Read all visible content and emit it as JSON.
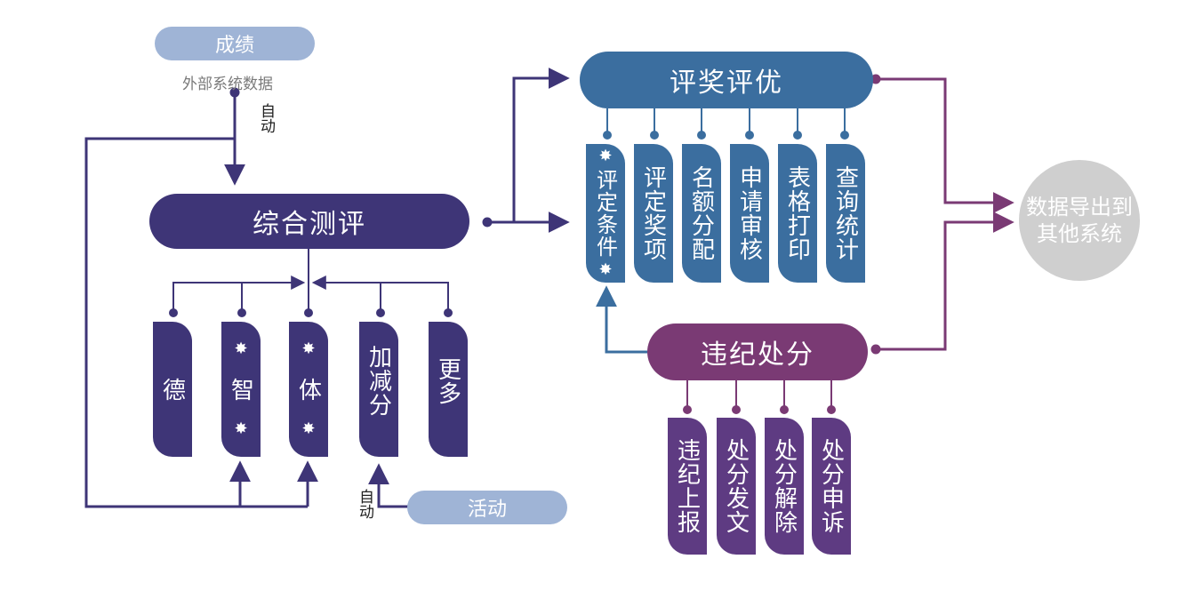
{
  "inputs": {
    "grades": {
      "label": "成绩",
      "sublabel": "外部系统数据",
      "auto": "自动"
    },
    "activity": {
      "label": "活动",
      "auto": "自动"
    }
  },
  "comprehensive": {
    "title": "综合测评",
    "columns": [
      {
        "label": "德",
        "starred": false
      },
      {
        "label": "智",
        "starred": true
      },
      {
        "label": "体",
        "starred": true
      },
      {
        "label": "加减分",
        "starred": false
      },
      {
        "label": "更多",
        "starred": false
      }
    ]
  },
  "award": {
    "title": "评奖评优",
    "columns": [
      {
        "label": "评定条件",
        "starred": true
      },
      {
        "label": "评定奖项",
        "starred": false
      },
      {
        "label": "名额分配",
        "starred": false
      },
      {
        "label": "申请审核",
        "starred": false
      },
      {
        "label": "表格打印",
        "starred": false
      },
      {
        "label": "查询统计",
        "starred": false
      }
    ]
  },
  "discipline": {
    "title": "违纪处分",
    "columns": [
      {
        "label": "违纪上报"
      },
      {
        "label": "处分发文"
      },
      {
        "label": "处分解除"
      },
      {
        "label": "处分申诉"
      }
    ]
  },
  "export": {
    "label_line1": "数据导出到",
    "label_line2": "其他系统"
  },
  "colors": {
    "main": "#3e3577",
    "award": "#3b6e9f",
    "discipline": "#7a3a74",
    "discipline_columns": "#5e3b82",
    "light": "#9fb4d6",
    "export": "#cfcfcf"
  }
}
